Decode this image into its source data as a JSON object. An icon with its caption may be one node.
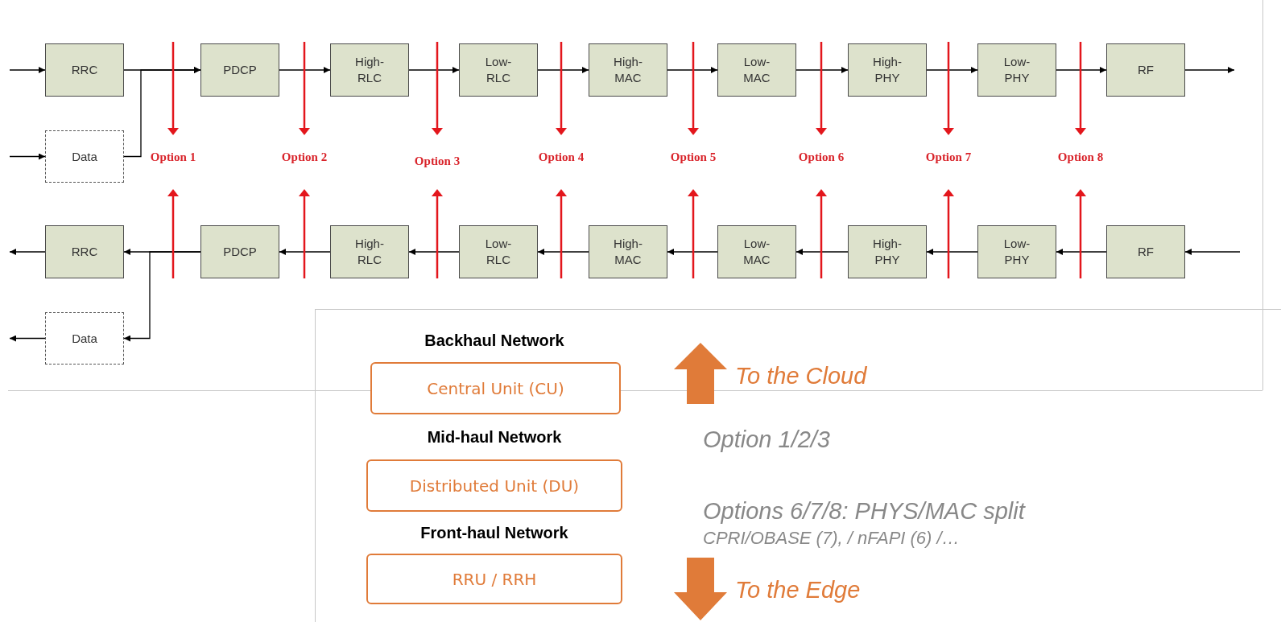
{
  "diagram": {
    "nodes": [
      {
        "text": [
          "RRC"
        ]
      },
      {
        "text": [
          "PDCP"
        ]
      },
      {
        "text": [
          "High- RLC"
        ]
      },
      {
        "text": [
          "Low- RLC"
        ]
      },
      {
        "text": [
          "High- MAC"
        ]
      },
      {
        "text": [
          "Low- MAC"
        ]
      },
      {
        "text": [
          "High- PHY"
        ]
      },
      {
        "text": [
          "Low-PHY"
        ]
      },
      {
        "text": [
          "RF"
        ]
      },
      {
        "text": [
          "Data"
        ]
      },
      {
        "text": [
          "RRC"
        ]
      },
      {
        "text": [
          "PDCP"
        ]
      },
      {
        "text": [
          "High- RLC"
        ]
      },
      {
        "text": [
          "Low- RLC"
        ]
      },
      {
        "text": [
          "High- MAC"
        ]
      },
      {
        "text": [
          "Low- MAC"
        ]
      },
      {
        "text": [
          "High- PHY"
        ]
      },
      {
        "text": [
          "Low-PHY"
        ]
      },
      {
        "text": [
          "RF"
        ]
      },
      {
        "text": [
          "Data"
        ]
      },
      {
        "text": [
          "Central Unit (CU)"
        ]
      },
      {
        "text": [
          "Distributed Unit (DU)"
        ]
      },
      {
        "text": [
          "RRU / RRH"
        ]
      }
    ],
    "edges": [
      {
        "from": null,
        "to": 0,
        "arrow": "to"
      },
      {
        "from": null,
        "to": 9,
        "arrow": "to"
      },
      {
        "from": 0,
        "to": 1,
        "arrow": "to"
      },
      {
        "from": 9,
        "to": 1,
        "arrow": "to"
      },
      {
        "from": 1,
        "to": 2,
        "arrow": "to"
      },
      {
        "from": 2,
        "to": 3,
        "arrow": "to"
      },
      {
        "from": 3,
        "to": 4,
        "arrow": "to"
      },
      {
        "from": 4,
        "to": 5,
        "arrow": "to"
      },
      {
        "from": 5,
        "to": 6,
        "arrow": "to"
      },
      {
        "from": 6,
        "to": 7,
        "arrow": "to"
      },
      {
        "from": 7,
        "to": 8,
        "arrow": "to"
      },
      {
        "from": 8,
        "to": null,
        "arrow": "to"
      },
      {
        "from": null,
        "to": 18,
        "arrow": "to"
      },
      {
        "from": 18,
        "to": 17,
        "arrow": "to"
      },
      {
        "from": 17,
        "to": 16,
        "arrow": "to"
      },
      {
        "from": 16,
        "to": 15,
        "arrow": "to"
      },
      {
        "from": 15,
        "to": 14,
        "arrow": "to"
      },
      {
        "from": 14,
        "to": 13,
        "arrow": "to"
      },
      {
        "from": 13,
        "to": 12,
        "arrow": "to"
      },
      {
        "from": 12,
        "to": 11,
        "arrow": "to"
      },
      {
        "from": 11,
        "to": 10,
        "arrow": "to"
      },
      {
        "from": 11,
        "to": 19,
        "arrow": "to"
      },
      {
        "from": 10,
        "to": null,
        "arrow": "to"
      },
      {
        "from": 19,
        "to": null,
        "arrow": "to"
      }
    ],
    "labels": [
      "Option 1",
      "Option 2",
      "Option 3",
      "Option 4",
      "Option 5",
      "Option 6",
      "Option 7",
      "Option 8",
      "Backhaul Network",
      "To the Cloud",
      "Mid-haul Network",
      "Option 1/2/3",
      "Options 6/7/8: PHYS/MAC split",
      "Front-haul Network",
      "CPRI/OBASE (7), / nFAPI (6) /…",
      "To the Edge"
    ]
  }
}
